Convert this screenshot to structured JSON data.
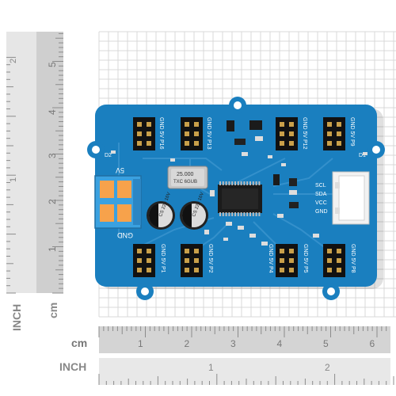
{
  "left_ruler": {
    "unit_inch": "INCH",
    "unit_cm": "cm",
    "inch_labels": [
      "2",
      "1"
    ],
    "cm_labels": [
      "5",
      "4",
      "3",
      "2",
      "1"
    ]
  },
  "bottom_ruler": {
    "unit_cm": "cm",
    "unit_inch": "INCH",
    "cm_labels": [
      "1",
      "2",
      "3",
      "4",
      "5",
      "6"
    ],
    "inch_labels": [
      "1",
      "2"
    ]
  },
  "board": {
    "color": "#1a7fbf",
    "header_labels_top": [
      "GND 5V P16",
      "GND 5V P13",
      "GND 5V P12",
      "GND 5V P9"
    ],
    "header_labels_bottom": [
      "GND 5V P1",
      "GND 5V P2",
      "GND 5V P4",
      "GND 5V P5",
      "GND 5V P8"
    ],
    "power_label_top": "5V",
    "power_label_bottom": "GND",
    "d2_label": "D2",
    "d1_label": "D1",
    "crystal_text_1": "25.000",
    "crystal_text_2": "TXC 6GUB",
    "cap_text_1": "CS 220 16V",
    "cap_text_2": "CS 220 16V",
    "grove_pins": [
      "SCL",
      "SDA",
      "VCC",
      "GND"
    ]
  }
}
